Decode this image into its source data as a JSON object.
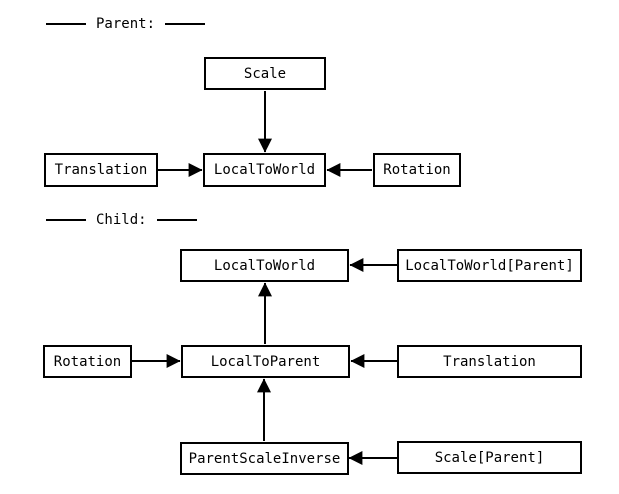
{
  "diagram": {
    "background_color": "#ffffff",
    "line_color": "#000000",
    "parent_section": {
      "label": "Parent:",
      "nodes": {
        "scale": "Scale",
        "translation": "Translation",
        "local_to_world": "LocalToWorld",
        "rotation": "Rotation"
      }
    },
    "child_section": {
      "label": "Child:",
      "nodes": {
        "local_to_world": "LocalToWorld",
        "local_to_world_parent": "LocalToWorld[Parent]",
        "rotation": "Rotation",
        "local_to_parent": "LocalToParent",
        "translation": "Translation",
        "parent_scale_inverse": "ParentScaleInverse",
        "scale_parent": "Scale[Parent]"
      }
    },
    "edges": [
      {
        "section": "parent",
        "from": "Scale",
        "to": "LocalToWorld",
        "direction": "down"
      },
      {
        "section": "parent",
        "from": "Translation",
        "to": "LocalToWorld",
        "direction": "right"
      },
      {
        "section": "parent",
        "from": "Rotation",
        "to": "LocalToWorld",
        "direction": "left"
      },
      {
        "section": "child",
        "from": "LocalToWorld[Parent]",
        "to": "LocalToWorld",
        "direction": "left"
      },
      {
        "section": "child",
        "from": "LocalToParent",
        "to": "LocalToWorld",
        "direction": "up"
      },
      {
        "section": "child",
        "from": "Rotation",
        "to": "LocalToParent",
        "direction": "right"
      },
      {
        "section": "child",
        "from": "Translation",
        "to": "LocalToParent",
        "direction": "left"
      },
      {
        "section": "child",
        "from": "ParentScaleInverse",
        "to": "LocalToParent",
        "direction": "up"
      },
      {
        "section": "child",
        "from": "Scale[Parent]",
        "to": "ParentScaleInverse",
        "direction": "left"
      }
    ]
  }
}
